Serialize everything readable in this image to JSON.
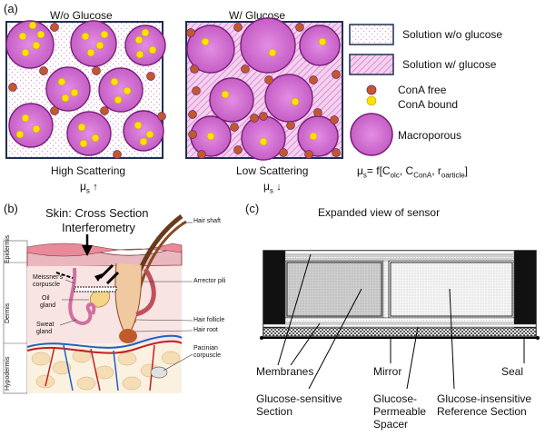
{
  "panel_a": {
    "label": "(a)",
    "left_title": "W/o Glucose",
    "right_title": "W/ Glucose",
    "left_caption": "High Scattering",
    "right_caption": "Low Scattering",
    "mu_s": "μ",
    "mu_sub": "s",
    "up_arrow": "↑",
    "down_arrow": "↓",
    "formula_pre": "= f[C",
    "formula_sub1": "olc",
    "formula_mid1": ", C",
    "formula_sub2": "ConA",
    "formula_mid2": ", r",
    "formula_sub3": "oarticle",
    "formula_end": "]",
    "legend": {
      "sol_wo": "Solution w/o glucose",
      "sol_w": "Solution w/ glucose",
      "cona_free": "ConA free",
      "cona_bound": "ConA bound",
      "macroporous": "Macroporous"
    },
    "colors": {
      "sphere": "#d872d8",
      "sphere_stroke": "#7a1f7a",
      "cona_free": "#c05a2a",
      "cona_bound": "#ffe000",
      "frame": "#1f2f4f"
    }
  },
  "panel_b": {
    "label": "(b)",
    "title_line1": "Skin: Cross Section",
    "title_line2": "Interferometry",
    "labels": {
      "hair_shaft": "Hair shaft",
      "epidermis": "Epidermis",
      "meissner": "Meissner's",
      "corpuscle": "corpuscle",
      "arrector": "Arrector pili",
      "oil": "Oil",
      "gland": "gland",
      "dermis": "Dermis",
      "sweat": "Sweat",
      "sweat_gland": "gland",
      "hair_follicle": "Hair follicle",
      "hair_root": "Hair root",
      "pacinian": "Pacinian",
      "pacinian2": "corpuscle",
      "hypodermis": "Hypodermis"
    }
  },
  "panel_c": {
    "label": "(c)",
    "title": "Expanded view of sensor",
    "membranes": "Membranes",
    "mirror": "Mirror",
    "seal": "Seal",
    "gs_line1": "Glucose-sensitive",
    "gs_line2": "Section",
    "gp_line1": "Glucose-",
    "gp_line2": "Permeable",
    "gp_line3": "Spacer",
    "gi_line1": "Glucose-insensitive",
    "gi_line2": "Reference Section"
  }
}
